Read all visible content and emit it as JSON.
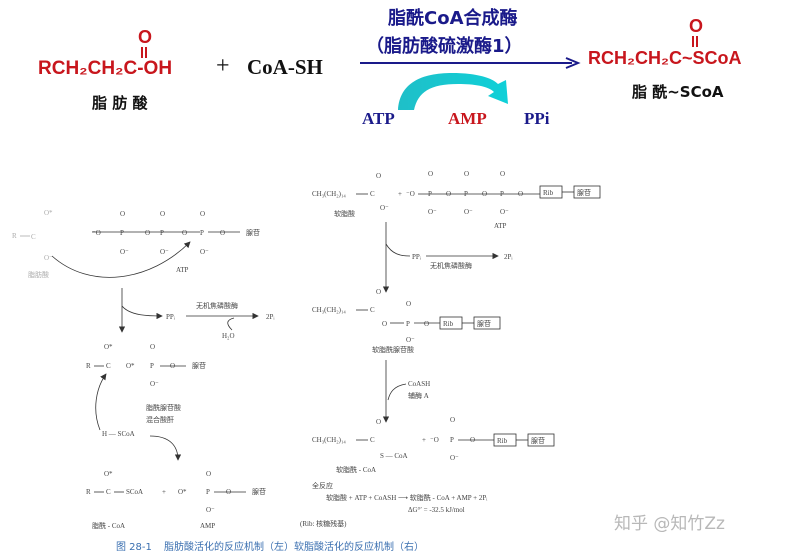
{
  "top_equation": {
    "reactant": {
      "formula": "RCH₂CH₂C-OH",
      "carbonyl_o": "O",
      "name": "脂 肪 酸"
    },
    "plus": "+",
    "coa": "CoA-SH",
    "enzyme_line1": "脂酰CoA合成酶",
    "enzyme_line2": "（脂肪酸硫激酶1）",
    "atp": "ATP",
    "amp": "AMP",
    "ppi": "PPi",
    "product": {
      "formula": "RCH₂CH₂C~SCoA",
      "carbonyl_o": "O",
      "name": "脂 酰~SCoA"
    }
  },
  "left_mechanism": {
    "fatty_acid_label": "脂肪酸",
    "r_label": "R",
    "c_label": "C",
    "o_star": "O*",
    "o_minus": "O⁻",
    "p_label": "P",
    "o_label": "O",
    "adenosine": "腺苷",
    "atp_label": "ATP",
    "enzyme": "无机焦磷酸酶",
    "pp": "PPᵢ",
    "two_p": "2Pᵢ",
    "water": "H₂O",
    "intermediate1": "脂酰腺苷酸",
    "intermediate2": "混合酸酐",
    "hscoa": "H — SCoA",
    "product_left": "脂酰 - CoA",
    "product_right": "AMP",
    "sco_a": "SCoA"
  },
  "right_mechanism": {
    "palmitate_formula": "CH₃(CH₂)₁₄",
    "palmitate_label": "软脂酸",
    "rib": "Rib",
    "adenine": "腺苷",
    "atp_label": "ATP",
    "pp": "PPᵢ",
    "two_p": "2Pᵢ",
    "enzyme": "无机焦磷酸酶",
    "intermediate_label": "软脂酰腺苷酸",
    "coash": "CoASH",
    "coash_name": "辅酶 A",
    "s_coa": "S — CoA",
    "product_label": "软脂酰 - CoA",
    "overall_title": "全反应",
    "overall_eq": "软脂酸 + ATP + CoASH ⟶ 软脂酰 - CoA + AMP + 2Pᵢ",
    "delta_g": "ΔG°′ = -32.5 kJ/mol",
    "rib_note": "(Rib: 核糖残基)"
  },
  "caption": {
    "number": "图 28-1",
    "text": "脂肪酸活化的反应机制（左）软脂酸活化的反应机制（右）"
  },
  "watermark": "知乎 @知竹Zz",
  "colors": {
    "red": "#c8161d",
    "navy": "#1a1a8a",
    "teal": "#1fbfc8",
    "black": "#111111"
  }
}
